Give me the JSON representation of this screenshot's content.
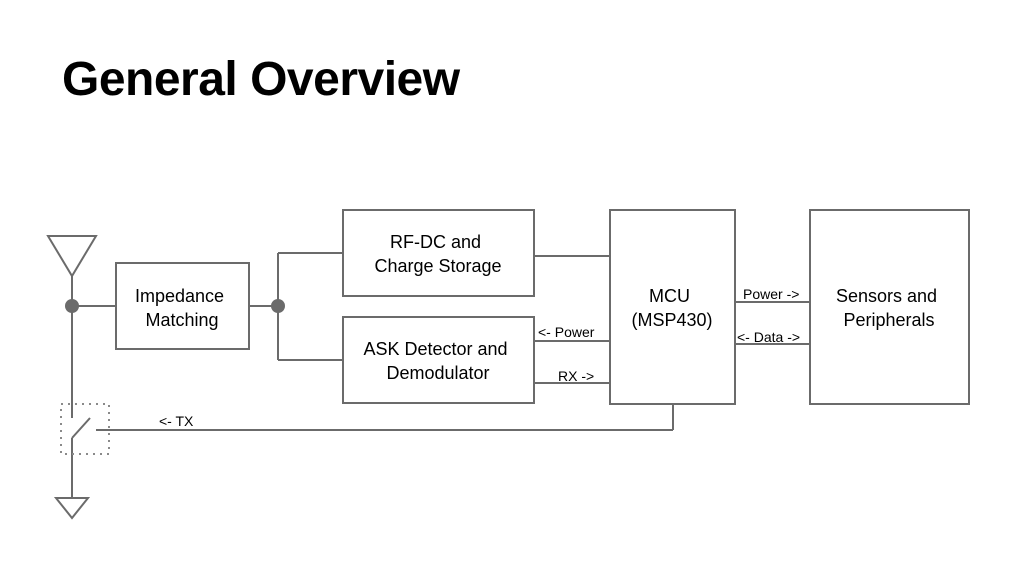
{
  "title": "General Overview",
  "blocks": {
    "impedance": [
      "Impedance",
      "Matching"
    ],
    "rfdc": [
      "RF-DC and",
      "Charge Storage"
    ],
    "ask": [
      "ASK Detector and",
      "Demodulator"
    ],
    "mcu": [
      "MCU",
      "(MSP430)"
    ],
    "sensors": [
      "Sensors and",
      "Peripherals"
    ]
  },
  "signals": {
    "power_to_ask": "<- Power",
    "rx": "RX ->",
    "power_to_sensors": "Power ->",
    "data": "<- Data ->",
    "tx": "<- TX"
  },
  "colors": {
    "line": "#6b6b6b",
    "text": "#000000",
    "background": "#ffffff"
  },
  "icons": [
    "antenna-icon",
    "ground-icon",
    "switch-icon"
  ]
}
